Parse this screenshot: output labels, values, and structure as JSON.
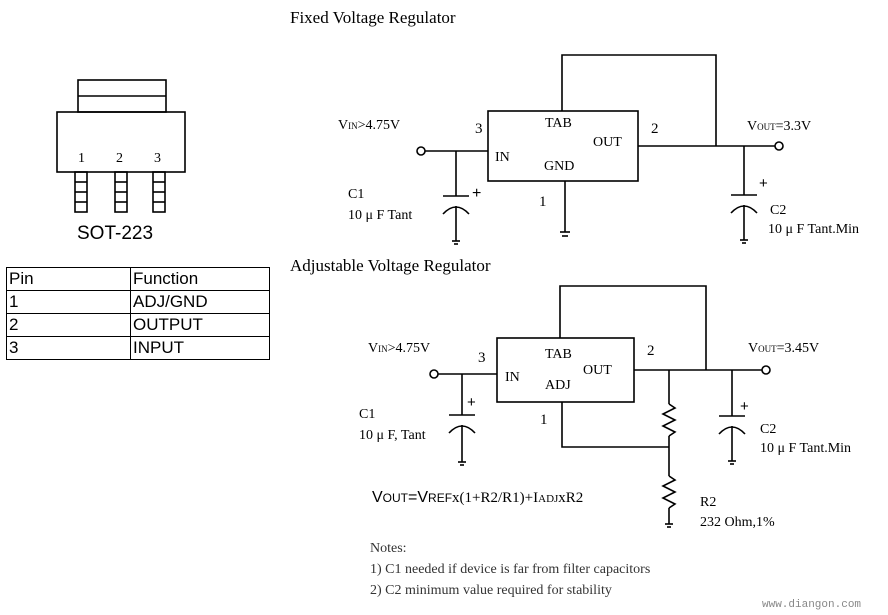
{
  "fixed": {
    "title": "Fixed Voltage Regulator",
    "vin_prefix": "V",
    "vin_sub": "IN",
    "vin_suffix": ">4.75V",
    "vout_prefix": "V",
    "vout_sub": "OUT",
    "vout_suffix": "=3.3V",
    "tab": "TAB",
    "out": "OUT",
    "in": "IN",
    "gnd": "GND",
    "pin_in": "3",
    "pin_out": "2",
    "pin_gnd": "1",
    "plus": "+",
    "c1_name": "C1",
    "c1_value": "10 μ F Tant",
    "c2_name": "C2",
    "c2_value": "10 μ F Tant.Min"
  },
  "adjustable": {
    "title": "Adjustable Voltage Regulator",
    "vin_prefix": "V",
    "vin_sub": "IN",
    "vin_suffix": ">4.75V",
    "vout_prefix": "V",
    "vout_sub": "OUT",
    "vout_suffix": "=3.45V",
    "tab": "TAB",
    "out": "OUT",
    "in": "IN",
    "adj": "ADJ",
    "pin_in": "3",
    "pin_out": "2",
    "pin_adj": "1",
    "plus": "+",
    "c1_name": "C1",
    "c1_value": "10 μ F, Tant",
    "c2_name": "C2",
    "c2_value": "10 μ F  Tant.Min",
    "r2_name": "R2",
    "r2_value": "232 Ohm,1%"
  },
  "formula": {
    "v1": "V",
    "out_sub": "OUT",
    "eq": "=V",
    "ref_sub": "REF",
    "mid": "x(1+R2/R1)+I",
    "adj_sub": "ADJ",
    "tail": "xR2"
  },
  "package": {
    "pins": [
      "1",
      "2",
      "3"
    ],
    "name": "SOT-223"
  },
  "pin_table": {
    "headers": [
      "Pin",
      "Function"
    ],
    "rows": [
      [
        "1",
        "ADJ/GND"
      ],
      [
        "2",
        "OUTPUT"
      ],
      [
        "3",
        "INPUT"
      ]
    ]
  },
  "notes": {
    "title": "Notes:",
    "items": [
      "1) C1 needed if device is far from filter capacitors",
      "2) C2 minimum value required for stability"
    ]
  },
  "watermark": "www.diangon.com"
}
